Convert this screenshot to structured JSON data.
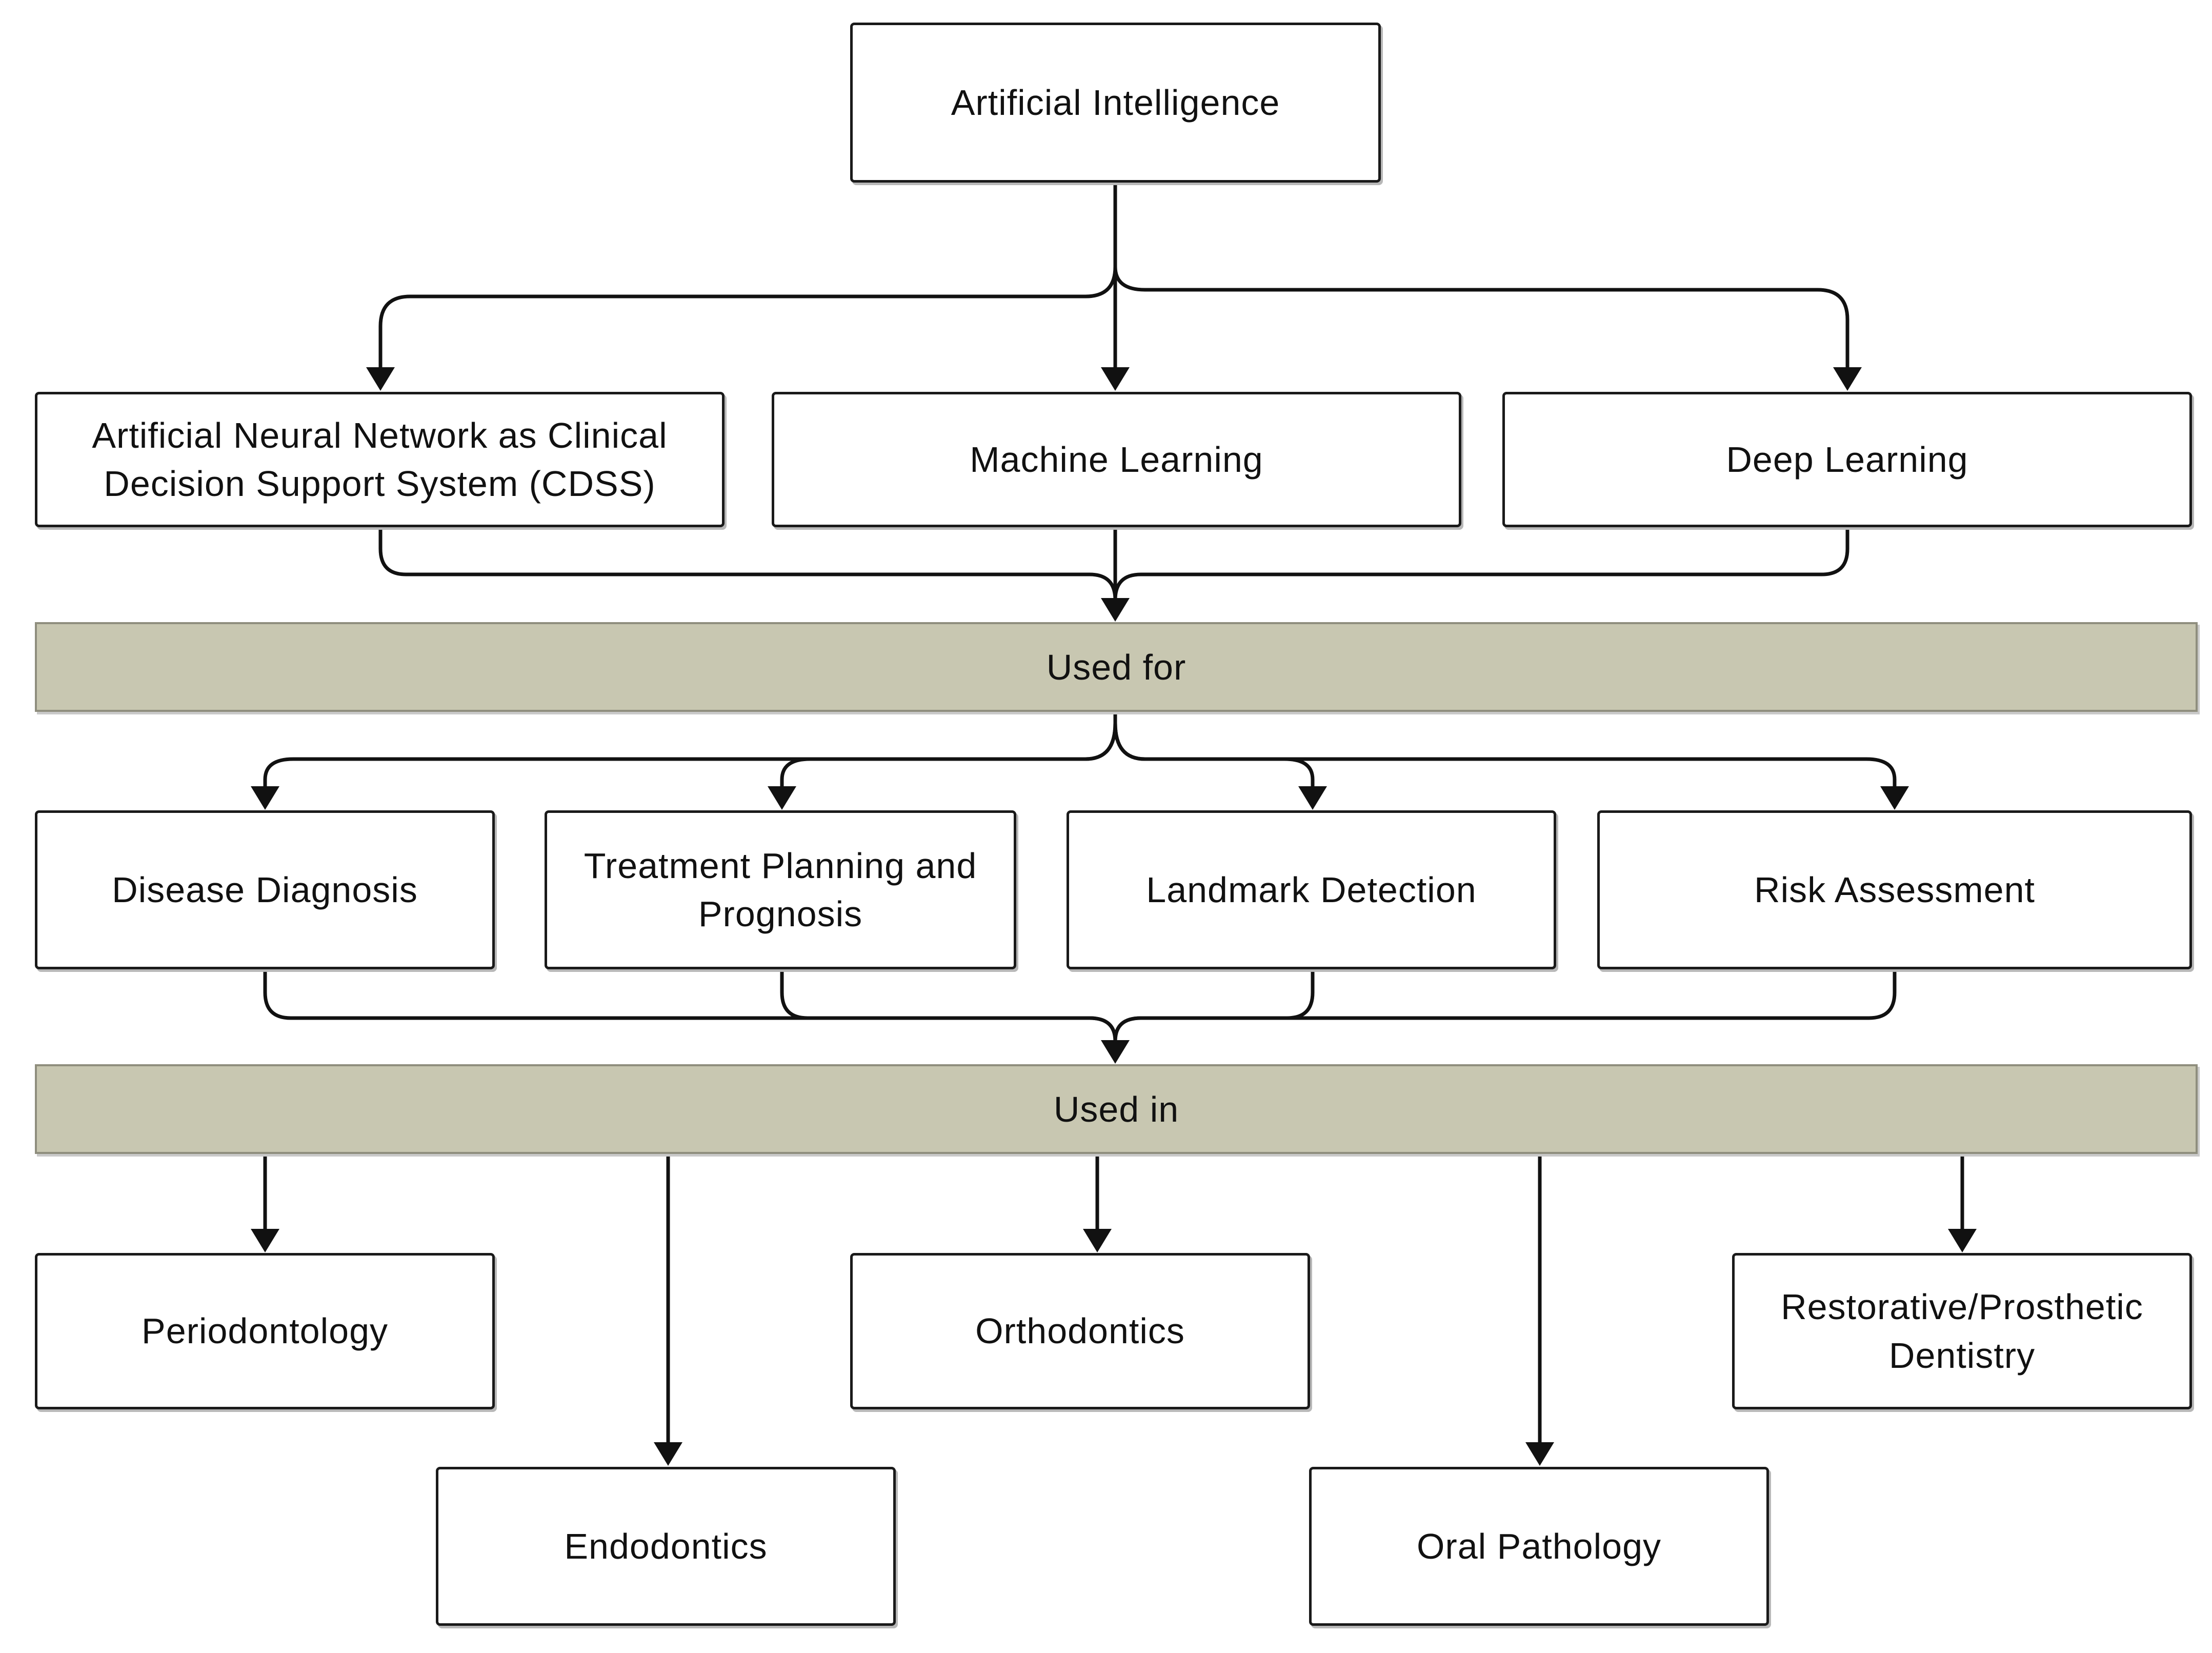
{
  "theme": {
    "band_color": "#c8c7b1",
    "line_color": "#111111"
  },
  "root": {
    "label": "Artificial Intelligence"
  },
  "methods": [
    {
      "label": "Artificial Neural Network as Clinical\nDecision Support System (CDSS)"
    },
    {
      "label": "Machine Learning"
    },
    {
      "label": "Deep Learning"
    }
  ],
  "band_used_for": {
    "label": "Used for"
  },
  "uses": [
    {
      "label": "Disease Diagnosis"
    },
    {
      "label": "Treatment Planning and\nPrognosis"
    },
    {
      "label": "Landmark Detection"
    },
    {
      "label": "Risk Assessment"
    }
  ],
  "band_used_in": {
    "label": "Used in"
  },
  "fields": [
    {
      "label": "Periodontology"
    },
    {
      "label": "Endodontics"
    },
    {
      "label": "Orthodontics"
    },
    {
      "label": "Oral Pathology"
    },
    {
      "label": "Restorative/Prosthetic\nDentistry"
    }
  ]
}
